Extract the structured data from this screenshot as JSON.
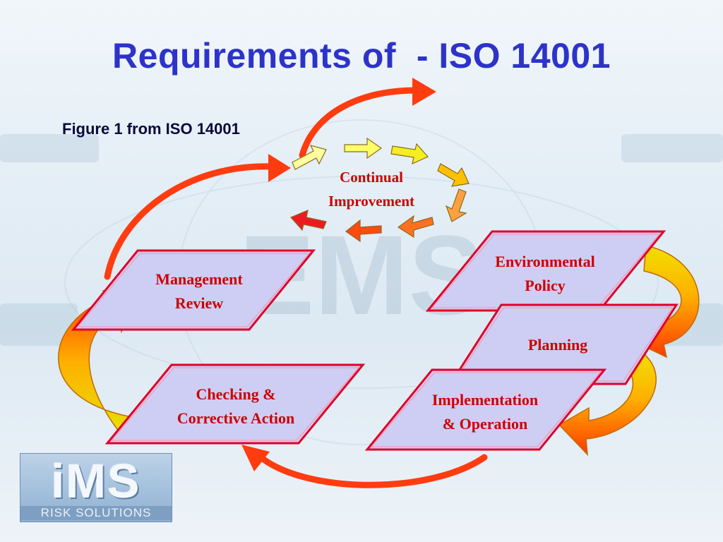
{
  "title": "Requirements of  - ISO 14001",
  "subtitle": "Figure 1 from ISO 14001",
  "center_label": "Continual\nImprovement",
  "stages": {
    "management_review": "Management\nReview",
    "environmental_policy": "Environmental\nPolicy",
    "planning": "Planning",
    "implementation": "Implementation\n& Operation",
    "checking": "Checking &\nCorrective Action"
  },
  "logo": {
    "main": "iMS",
    "sub": "RISK SOLUTIONS"
  },
  "colors": {
    "title": "#2d33c9",
    "label": "#cc0000",
    "box_fill": "#cecdf4",
    "box_border": "#e0002a",
    "arrow": "#ff3c10"
  }
}
